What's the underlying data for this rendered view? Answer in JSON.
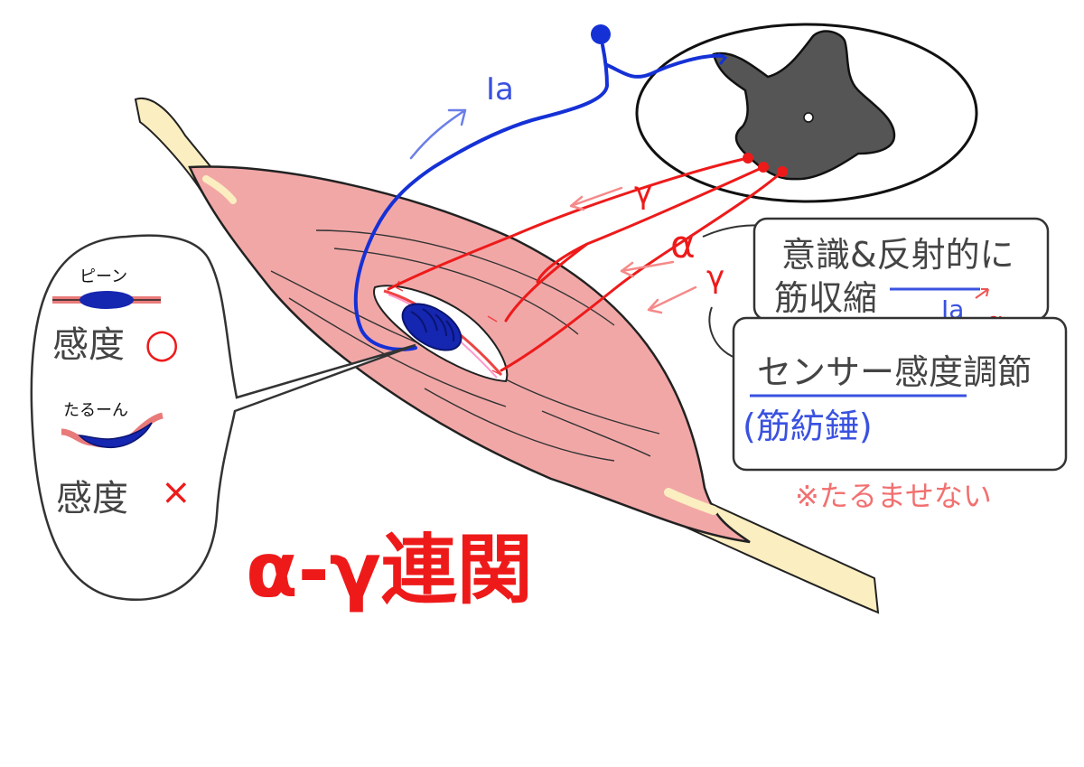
{
  "title": "α-γ連関",
  "labels": {
    "ia": "Ia",
    "gamma_1": "γ",
    "alpha": "α",
    "gamma_2": "γ"
  },
  "callout_contraction": {
    "line1": "意識&反射的に",
    "line2": "筋収縮",
    "annotation": "Ia",
    "annotation_arrow_target": "α"
  },
  "callout_sensor": {
    "line1": "センサー感度調節",
    "line2": "(筋紡錘)"
  },
  "note": "※たるませない",
  "bubble": {
    "top_sound": "ピーン",
    "top_label": "感度",
    "top_mark": "○",
    "bottom_sound": "たるーん",
    "bottom_label": "感度",
    "bottom_mark": "×"
  },
  "colors": {
    "muscle": "#f2a7a7",
    "tendon": "#fbeec0",
    "nerve_sensory": "#1531d6",
    "nerve_motor": "#ee1a1a",
    "spinal_gray": "#555555",
    "spindle": "#1526b0"
  }
}
